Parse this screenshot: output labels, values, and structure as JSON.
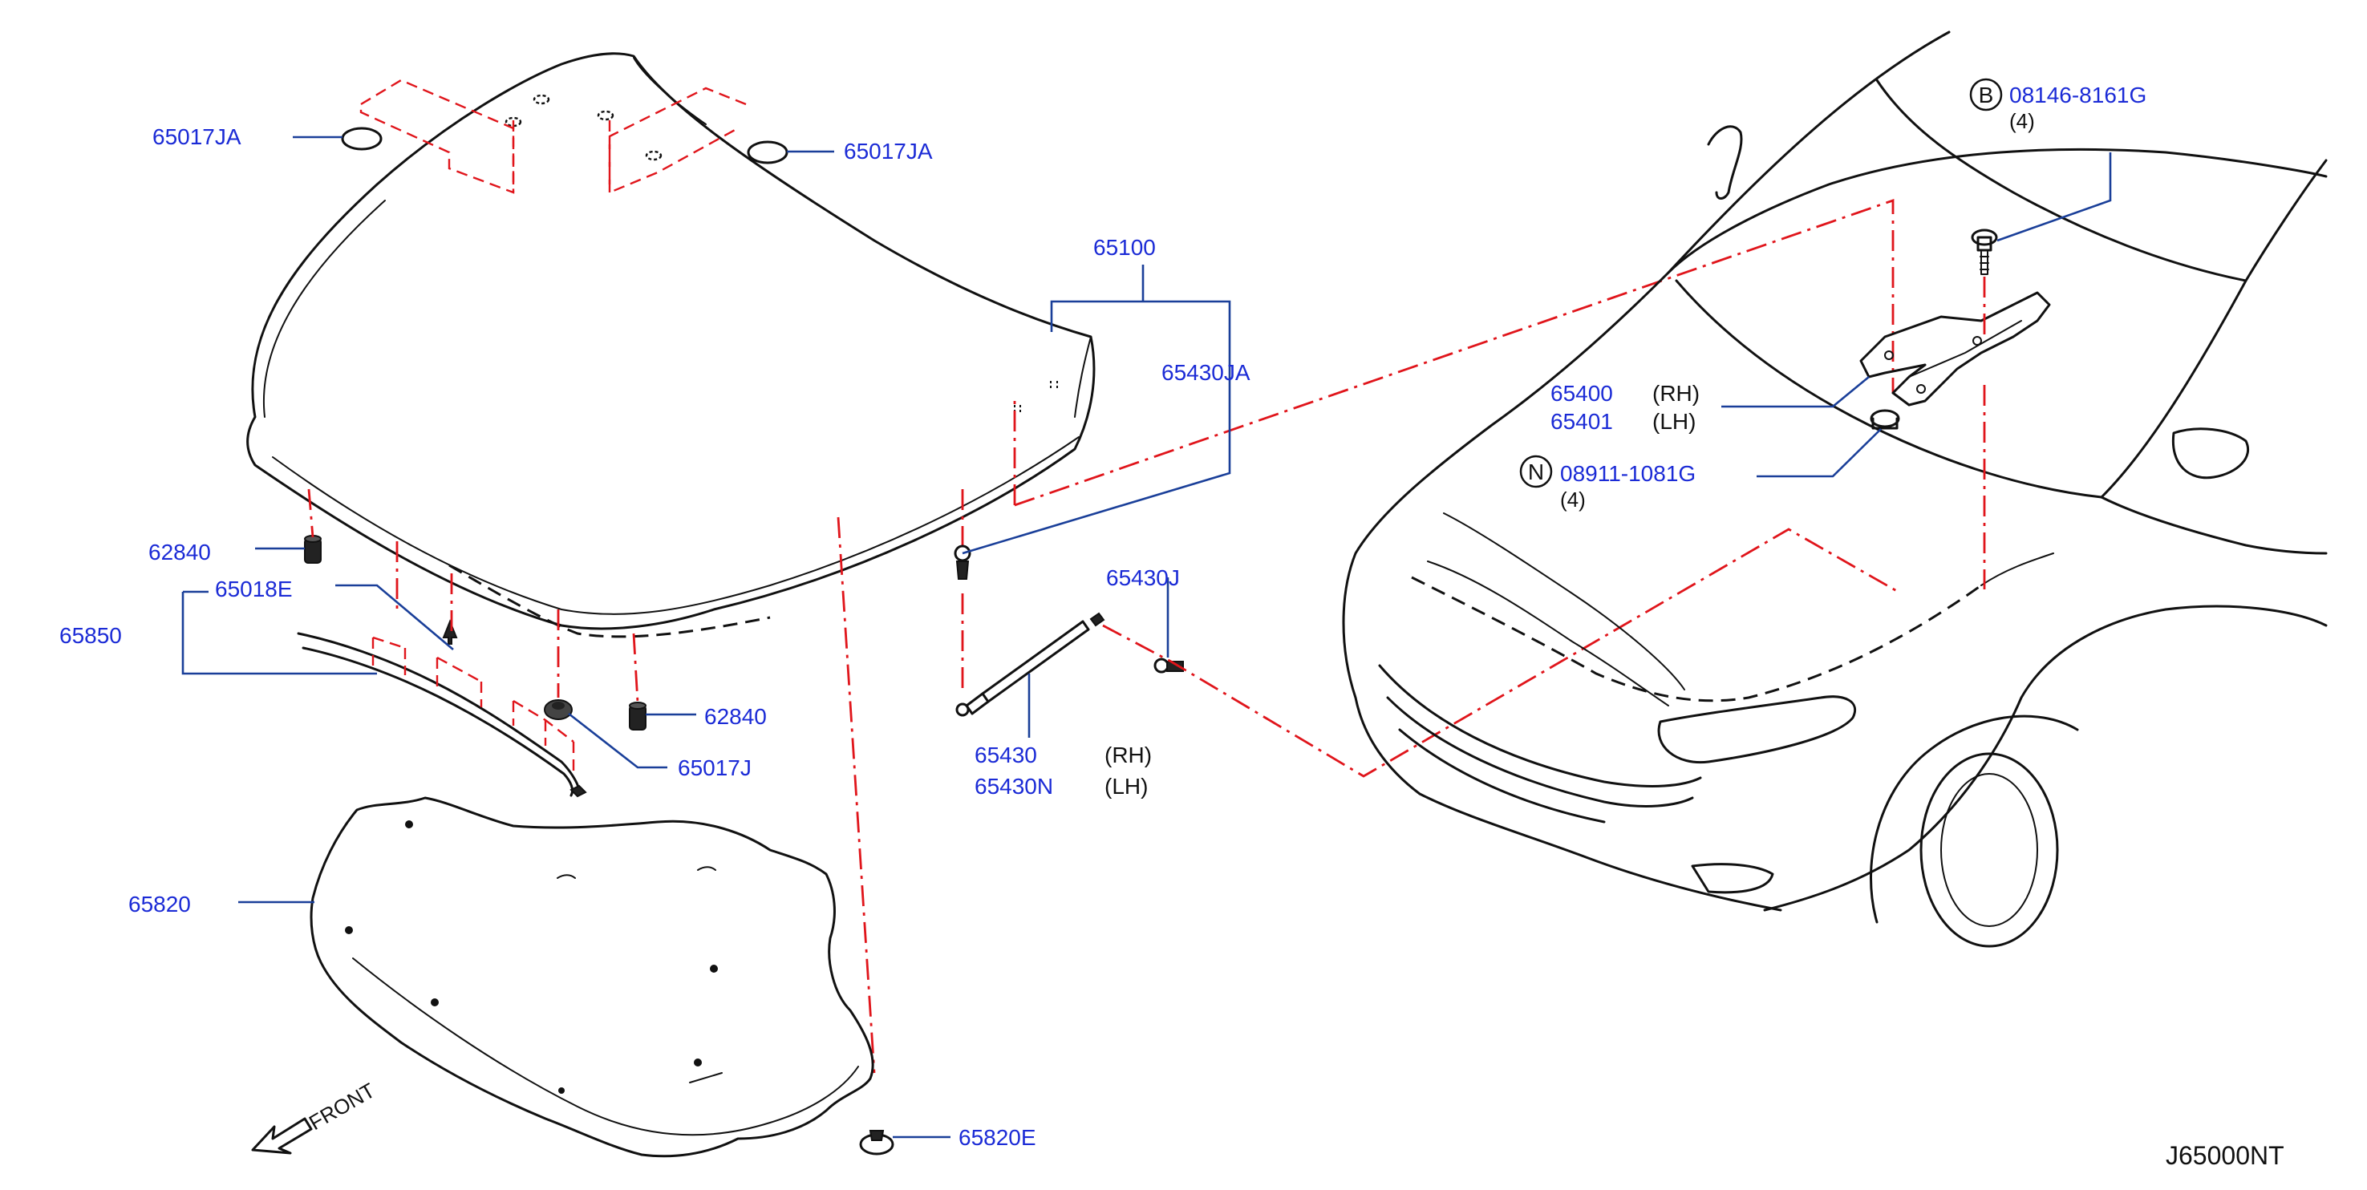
{
  "diagram_code": "J65000NT",
  "front_label": "FRONT",
  "callouts": {
    "p65017JA_left": "65017JA",
    "p65017JA_right": "65017JA",
    "p65100": "65100",
    "p65430JA": "65430JA",
    "p62840_upper": "62840",
    "p65018E": "65018E",
    "p65850": "65850",
    "p62840_lower": "62840",
    "p65017J": "65017J",
    "p65430J": "65430J",
    "p65430": "65430",
    "p65430_side": "(RH)",
    "p65430N": "65430N",
    "p65430N_side": "(LH)",
    "p65820": "65820",
    "p65820E": "65820E",
    "p65400": "65400",
    "p65400_side": "(RH)",
    "p65401": "65401",
    "p65401_side": "(LH)",
    "bolt": {
      "circle_letter": "B",
      "number": "08146-8161G",
      "qty": "(4)"
    },
    "nut": {
      "circle_letter": "N",
      "number": "08911-1081G",
      "qty": "(4)"
    }
  },
  "colors": {
    "part_number": "#1b2bd6",
    "leader": "#1a3f99",
    "centerline": "#e0151b",
    "outline": "#111111"
  }
}
